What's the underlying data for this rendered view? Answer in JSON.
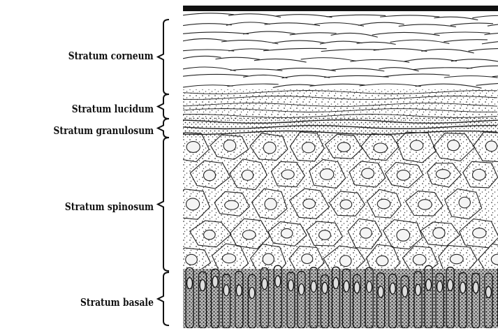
{
  "diagram": {
    "layers": [
      {
        "id": "corneum",
        "label": "Stratum corneum"
      },
      {
        "id": "lucidum",
        "label": "Stratum lucidum"
      },
      {
        "id": "granulosum",
        "label": "Stratum granulosum"
      },
      {
        "id": "spinosum",
        "label": "Stratum spinosum"
      },
      {
        "id": "basale",
        "label": "Stratum basale"
      }
    ],
    "colors": {
      "ink": "#111111",
      "paper": "#ffffff",
      "stipple": "#555555"
    }
  }
}
